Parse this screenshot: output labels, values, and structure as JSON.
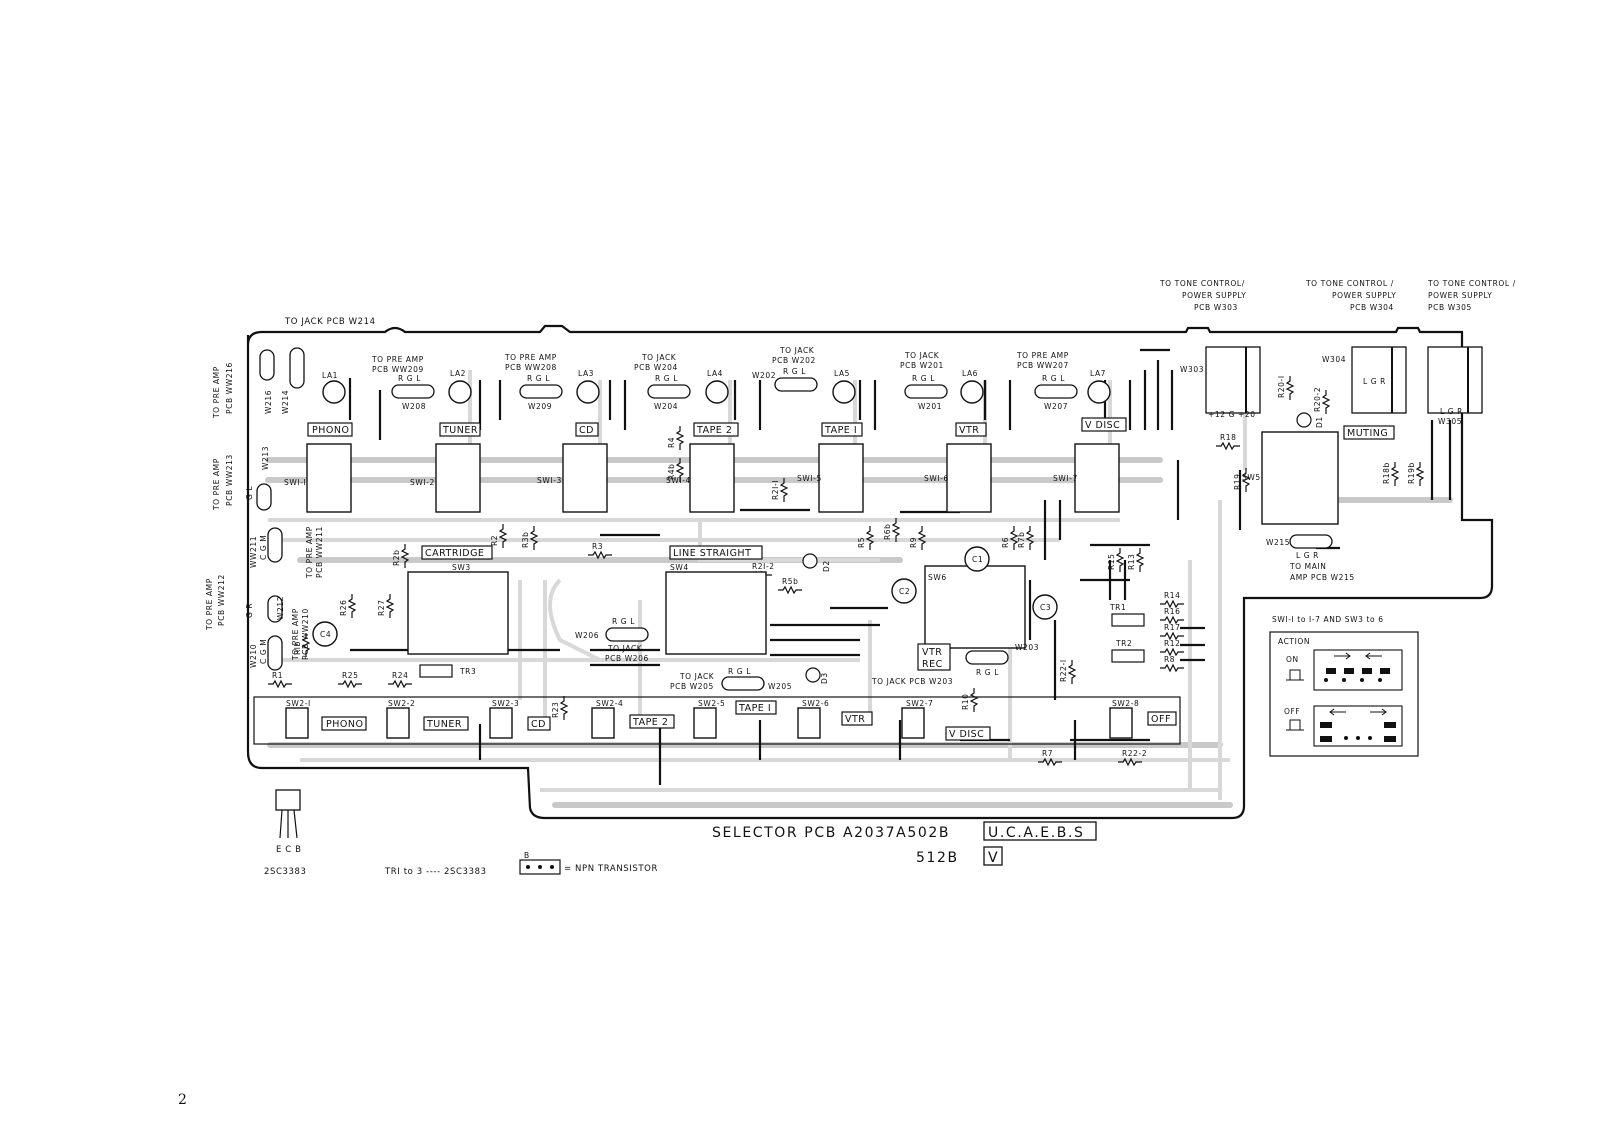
{
  "page_number": "2",
  "title": {
    "text": "SELECTOR PCB A2037A502B",
    "variant_main": "U.C.A.E.B.S",
    "sub": "512B",
    "variant_sub": "V"
  },
  "connector_labels": {
    "jack_w214": "TO JACK PCB W214",
    "pre_amp_ww216_l1": "TO PRE AMP",
    "pre_amp_ww216_l2": "PCB WW216",
    "pre_amp_ww213_l1": "TO PRE AMP",
    "pre_amp_ww213_l2": "PCB WW213",
    "pre_amp_ww212_l1": "TO PRE AMP",
    "pre_amp_ww212_l2": "PCB WW212",
    "pre_amp_ww211_l1": "TO PRE AMP",
    "pre_amp_ww211_l2": "PCB WW211",
    "pre_amp_ww210_l1": "TO PRE AMP",
    "pre_amp_ww210_l2": "PCB WW210",
    "pre_amp_ww209_l1": "TO PRE AMP",
    "pre_amp_ww209_l2": "PCB WW209",
    "pre_amp_ww208_l1": "TO PRE AMP",
    "pre_amp_ww208_l2": "PCB WW208",
    "jack_w204_l1": "TO JACK",
    "jack_w204_l2": "PCB W204",
    "jack_w202_l1": "TO JACK",
    "jack_w202_l2": "PCB W202",
    "jack_w201_l1": "TO JACK",
    "jack_w201_l2": "PCB W201",
    "pre_amp_ww207_l1": "TO PRE AMP",
    "pre_amp_ww207_l2": "PCB WW207",
    "jack_w206_l1": "TO JACK",
    "jack_w206_l2": "PCB W206",
    "jack_w205_l1": "TO JACK",
    "jack_w205_l2": "PCB W205",
    "jack_w203": "TO JACK PCB W203",
    "tone_w303_l1": "TO TONE CONTROL/",
    "tone_w303_l2": "POWER SUPPLY",
    "tone_w303_l3": "PCB W303",
    "tone_w304_l1": "TO TONE CONTROL /",
    "tone_w304_l2": "POWER SUPPLY",
    "tone_w304_l3": "PCB W304",
    "tone_w305_l1": "TO TONE CONTROL /",
    "tone_w305_l2": "POWER SUPPLY",
    "tone_w305_l3": "PCB W305",
    "main_amp_l1": "TO MAIN",
    "main_amp_l2": "AMP PCB W215"
  },
  "pin_labels": {
    "rgl": "R G L",
    "lgr": "L G R",
    "gl": "G L",
    "gr": "G R",
    "cgm": "C G M",
    "psu": "+12  G  +20",
    "tr3_b": "B"
  },
  "wire_refs": [
    "W216",
    "W214",
    "W213",
    "WW211",
    "W212",
    "W210",
    "W208",
    "W209",
    "W204",
    "W202",
    "W201",
    "W207",
    "W206",
    "W205",
    "W203",
    "W303",
    "W304",
    "W305",
    "W215"
  ],
  "lamps": [
    "LA1",
    "LA2",
    "LA3",
    "LA4",
    "LA5",
    "LA6",
    "LA7"
  ],
  "selector_buttons": [
    "PHONO",
    "TUNER",
    "CD",
    "TAPE 2",
    "TAPE I",
    "VTR",
    "V DISC"
  ],
  "sw1_switches": [
    "SWI-I",
    "SWI-2",
    "SWI-3",
    "SWI-4",
    "SWI-5",
    "SWI-6",
    "SWI-7"
  ],
  "sw2_switches": [
    "SW2-I",
    "SW2-2",
    "SW2-3",
    "SW2-4",
    "SW2-5",
    "SW2-6",
    "SW2-7",
    "SW2-8"
  ],
  "sw2_labels": [
    "PHONO",
    "TUNER",
    "CD",
    "TAPE 2",
    "TAPE I",
    "VTR",
    "V DISC",
    "OFF"
  ],
  "other_switches": {
    "sw3": "SW3",
    "sw3_label": "CARTRIDGE",
    "sw4": "SW4",
    "sw4_label": "LINE STRAIGHT",
    "sw5": "SW5",
    "sw5_label": "MUTING",
    "sw6": "SW6",
    "sw6_label_l1": "VTR",
    "sw6_label_l2": "REC"
  },
  "components": {
    "caps": [
      "C1",
      "C2",
      "C3",
      "C4"
    ],
    "diodes": [
      "D1",
      "D2",
      "D3"
    ],
    "transistors": [
      "TR1",
      "TR2",
      "TR3"
    ],
    "resistors": [
      "R1",
      "R2",
      "R2b",
      "R3",
      "R3b",
      "R4",
      "R4b",
      "R5",
      "R5b",
      "R6",
      "R6b",
      "R7",
      "R7b",
      "R8",
      "R9",
      "R10",
      "R12",
      "R13",
      "R14",
      "R15",
      "R16",
      "R17",
      "R18",
      "R18b",
      "R19",
      "R19b",
      "R20-I",
      "R20-2",
      "R2I-I",
      "R2I-2",
      "R22-I",
      "R22-2",
      "R23",
      "R24",
      "R25",
      "R26",
      "R27",
      "Rlb"
    ]
  },
  "action_box": {
    "heading": "SWI-I to I-7 AND SW3 to 6",
    "label": "ACTION",
    "on": "ON",
    "off": "OFF"
  },
  "legend": {
    "transistor_pins": "E C B",
    "transistor_part": "2SC3383",
    "tr_note": "TRI to 3 ---- 2SC3383",
    "npn_prefix": "B",
    "npn_text": "= NPN TRANSISTOR"
  }
}
